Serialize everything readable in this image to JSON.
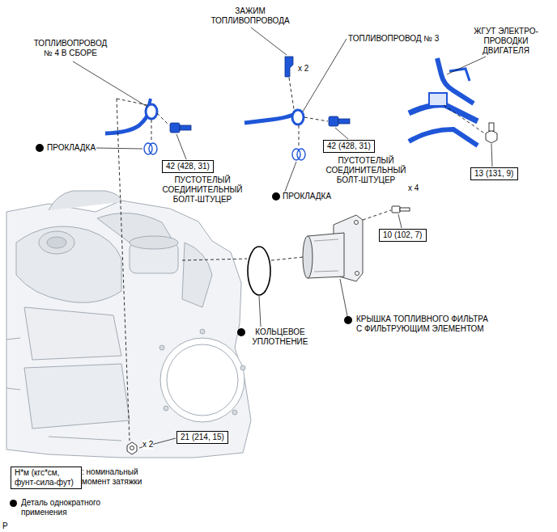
{
  "diagram": {
    "nodes": [
      {
        "text": [
          "42 (428, 31)"
        ]
      },
      {
        "text": [
          "42 (428, 31)"
        ]
      },
      {
        "text": [
          "13 (131, 9)"
        ]
      },
      {
        "text": [
          "10 (102, 7)"
        ]
      },
      {
        "text": [
          "21 (214, 15)"
        ]
      },
      {
        "text": [
          "Н*м (кгс*см, фунт-сила-фут)"
        ]
      }
    ],
    "edges": [],
    "labels": [
      "ТОПЛИВОПРОВОД № 4 В СБОРЕ",
      "ЗАЖИМ ТОПЛИВОПРОВОДА",
      "x 2",
      "ТОПЛИВОПРОВОД № 3",
      "ЖГУТ ЭЛЕКТРО- ПРОВОДКИ ДВИГАТЕЛЯ",
      "ПРОКЛАДКА",
      "ПУСТОТЕЛЫЙ СОЕДИНИТЕЛЬНЫЙ БОЛТ-ШТУЦЕР",
      "ПУСТОТЕЛЫЙ СОЕДИНИТЕЛЬНЫЙ БОЛТ-ШТУЦЕР",
      "ПРОКЛАДКА",
      "x 4",
      "КОЛЬЦЕВОЕ УПЛОТНЕНИЕ",
      "КРЫШКА ТОПЛИВНОГО ФИЛЬТРА С ФИЛЬТРУЮЩИМ ЭЛЕМЕНТОМ",
      "x 2",
      ": номинальный момент затяжки",
      "P"
    ],
    "legend": [
      {
        "text": "Деталь однократного применения"
      }
    ]
  }
}
